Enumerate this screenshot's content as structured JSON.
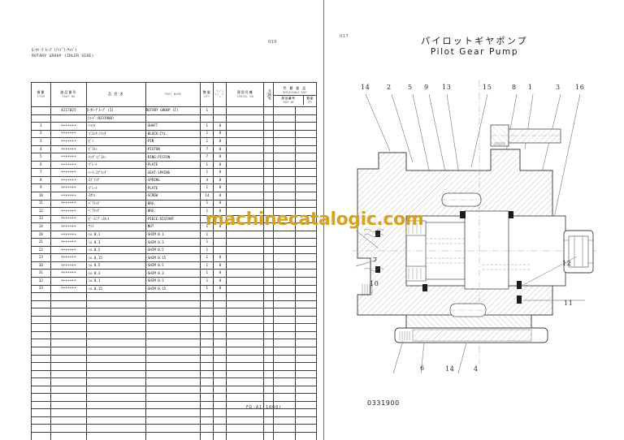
{
  "left_page": {
    "page_number": "016",
    "group_title_jp": "ﾛｰﾀﾘ･ｸﾞﾙｰﾌﾟ (ｱｲﾄﾞﾗ･ｻｲﾄﾞ)",
    "group_title_en": "ROTARY GROUP (IDLER SIDE)",
    "footer_code": "FD-A1(1008)",
    "headers": {
      "item_jp": "項番",
      "item_en": "ITEM",
      "partno_jp": "部品番号",
      "partno_en": "PART NO",
      "desc_jp": "品 目 名",
      "name_en": "PART NAME",
      "qty_jp": "数量",
      "qty_en": "QTY",
      "sc_jp": "ｻｰﾋﾞｽ",
      "sc_en": "ｺｰﾄﾞ\nS-C",
      "serial_jp": "適用号機",
      "serial_en": "SERIAL NO",
      "ica_jp": "交換性",
      "ica_en": "ICA",
      "repl_jp": "代 替 部 品",
      "repl_en": "REPLACEABLE PART",
      "rpartno_jp": "部品番号",
      "rpartno_en": "PART NO",
      "rqty_jp": "数量",
      "rqty_en": "QTY"
    },
    "rows": [
      {
        "item": "",
        "partno": "4217025",
        "desc": "ﾛｰﾀﾘ･ｸﾞﾙｰﾌﾟ (I)",
        "name": "ROTARY GROUP (I)",
        "qty": "1",
        "sc": ""
      },
      {
        "item": "",
        "partno": "",
        "desc": "(ｺｰﾄﾞ:0331900)",
        "name": "",
        "qty": "",
        "sc": ""
      },
      {
        "item": "1",
        "partno": "+++++++",
        "desc": "･ｼｬﾌﾄ",
        "name": "･SHAFT",
        "qty": "1",
        "sc": "0"
      },
      {
        "item": "2",
        "partno": "+++++++",
        "desc": "･ﾌﾞﾛｯｸ:ｼﾘﾝﾀﾞ",
        "name": "･BLOCK:CYL.",
        "qty": "1",
        "sc": "0"
      },
      {
        "item": "3",
        "partno": "+++++++",
        "desc": "･ﾋﾟﾝ",
        "name": "･PIN",
        "qty": "1",
        "sc": "0"
      },
      {
        "item": "4",
        "partno": "+++++++",
        "desc": "･ﾋﾟｽﾄﾝ",
        "name": "･PISTON",
        "qty": "7",
        "sc": "0"
      },
      {
        "item": "5",
        "partno": "+++++++",
        "desc": "･ﾘﾝｸﾞ:ﾋﾟｽﾄﾝ",
        "name": "･RING:PISTON",
        "qty": "7",
        "sc": "0"
      },
      {
        "item": "6",
        "partno": "+++++++",
        "desc": "･ﾌﾟﾚｰﾄ",
        "name": "･PLATE",
        "qty": "1",
        "sc": "0"
      },
      {
        "item": "7",
        "partno": "+++++++",
        "desc": "･ｼｰﾄ:ｽﾌﾟﾘﾝｸﾞ",
        "name": "･SEAT:SPRING",
        "qty": "1",
        "sc": "0"
      },
      {
        "item": "8",
        "partno": "+++++++",
        "desc": "･ｽﾌﾟﾘﾝｸﾞ",
        "name": "･SPRING",
        "qty": "4",
        "sc": "0"
      },
      {
        "item": "9",
        "partno": "+++++++",
        "desc": "･ﾌﾟﾚｰﾄ",
        "name": "･PLATE",
        "qty": "1",
        "sc": "0"
      },
      {
        "item": "10",
        "partno": "+++++++",
        "desc": "･ｽｸﾘｭ",
        "name": "･SCREW",
        "qty": "14",
        "sc": "0"
      },
      {
        "item": "11",
        "partno": "+++++++",
        "desc": "･ﾍﾞｱﾘﾝｸﾞ",
        "name": "･BRG.",
        "qty": "1",
        "sc": "0"
      },
      {
        "item": "12",
        "partno": "+++++++",
        "desc": "･ﾍﾞｱﾘﾝｸﾞ",
        "name": "･BRG.",
        "qty": "1",
        "sc": "0"
      },
      {
        "item": "13",
        "partno": "+++++++",
        "desc": "･ﾋﾟｰｽ:ﾃﾞｨｽﾀﾝﾄ",
        "name": "･PIECE:DISTANT",
        "qty": "1",
        "sc": "0"
      },
      {
        "item": "14",
        "partno": "+++++++",
        "desc": "･ﾅｯﾄ",
        "name": "･NUT",
        "qty": "1",
        "sc": "0"
      },
      {
        "item": "20",
        "partno": "+++++++",
        "desc": "･ｼﾑ 0.1",
        "name": "･SHIM 0.1",
        "qty": "1",
        "sc": ""
      },
      {
        "item": "21",
        "partno": "+++++++",
        "desc": "･ｼﾑ 0.3",
        "name": "･SHIM 0.3",
        "qty": "1",
        "sc": ""
      },
      {
        "item": "22",
        "partno": "+++++++",
        "desc": "･ｼﾑ 0.5",
        "name": "･SHIM 0.5",
        "qty": "1",
        "sc": ""
      },
      {
        "item": "23",
        "partno": "+++++++",
        "desc": "･ｼﾑ 0.15",
        "name": "･SHIM 0.15",
        "qty": "1",
        "sc": "0"
      },
      {
        "item": "30",
        "partno": "+++++++",
        "desc": "･ｼﾑ 0.5",
        "name": "･SHIM 0.5",
        "qty": "1",
        "sc": "0"
      },
      {
        "item": "31",
        "partno": "+++++++",
        "desc": "･ｼﾑ 0.3",
        "name": "･SHIM 0.3",
        "qty": "1",
        "sc": "0"
      },
      {
        "item": "32",
        "partno": "+++++++",
        "desc": "･ｼﾑ 0.1",
        "name": "･SHIM 0.1",
        "qty": "1",
        "sc": "0"
      },
      {
        "item": "33",
        "partno": "+++++++",
        "desc": "･ｼﾑ 0.15",
        "name": "･SHIM 0.15",
        "qty": "1",
        "sc": "0"
      }
    ]
  },
  "right_page": {
    "page_number": "017",
    "title_jp": "パイロットギヤポンプ",
    "title_en": "Pilot Gear Pump",
    "drawing_number": "0331900",
    "callouts_top": [
      "14",
      "2",
      "5",
      "9",
      "13",
      "15",
      "8",
      "1",
      "3",
      "16"
    ],
    "callouts_left": [
      "7",
      "10"
    ],
    "callouts_right": [
      "12",
      "11"
    ],
    "callouts_bottom": [
      "6",
      "14",
      "4"
    ]
  },
  "watermark": {
    "text": "machinecatalogic.com",
    "color": "#d6a321"
  }
}
